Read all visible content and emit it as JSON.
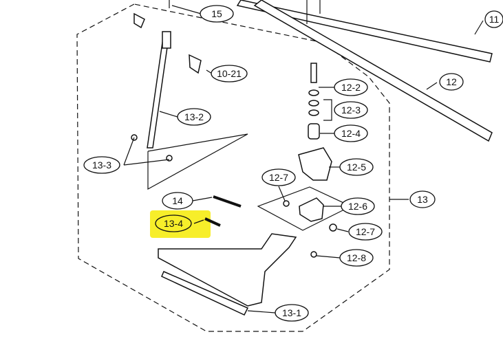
{
  "highlight_color": "#f7ee2a",
  "callouts": [
    {
      "id": "15",
      "text": "15"
    },
    {
      "id": "11",
      "text": "11"
    },
    {
      "id": "10-21",
      "text": "10-21"
    },
    {
      "id": "12",
      "text": "12"
    },
    {
      "id": "12-2",
      "text": "12-2"
    },
    {
      "id": "12-3",
      "text": "12-3"
    },
    {
      "id": "12-4",
      "text": "12-4"
    },
    {
      "id": "13-2",
      "text": "13-2"
    },
    {
      "id": "12-5",
      "text": "12-5"
    },
    {
      "id": "13-3",
      "text": "13-3"
    },
    {
      "id": "12-7a",
      "text": "12-7"
    },
    {
      "id": "13",
      "text": "13"
    },
    {
      "id": "14",
      "text": "14"
    },
    {
      "id": "12-6",
      "text": "12-6"
    },
    {
      "id": "13-4",
      "text": "13-4"
    },
    {
      "id": "12-7b",
      "text": "12-7"
    },
    {
      "id": "12-8",
      "text": "12-8"
    },
    {
      "id": "13-1",
      "text": "13-1"
    }
  ]
}
